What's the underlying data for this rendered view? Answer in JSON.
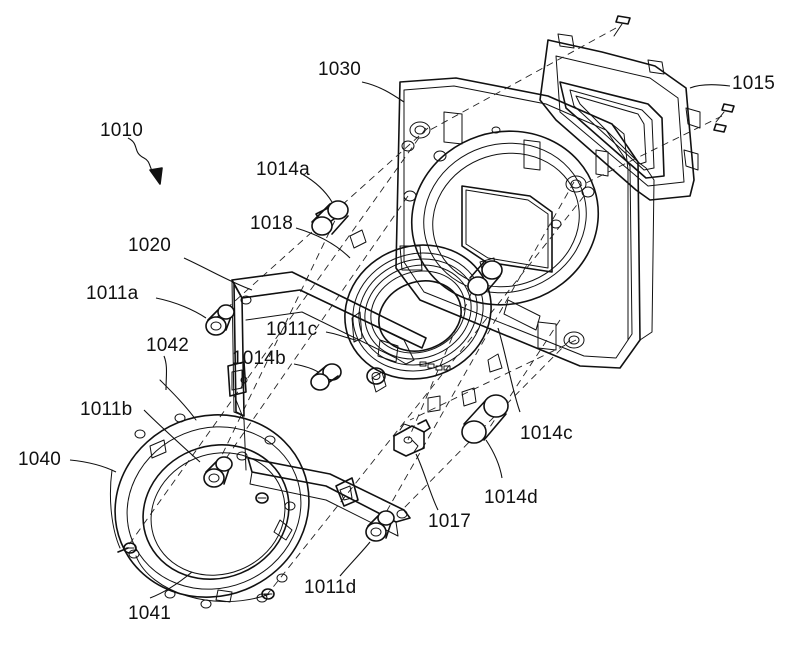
{
  "labels": {
    "assembly": "1010",
    "frame": "1030",
    "sensor_unit": "1015",
    "sleeve_a": "1014a",
    "spring": "1018",
    "plate": "1020",
    "screw_a": "1011a",
    "screw_c": "1011c",
    "sleeve_b": "1014b",
    "mount_spring": "1042",
    "screw_b": "1011b",
    "mount_ring": "1040",
    "sleeve_c": "1014c",
    "sleeve_d": "1014d",
    "connector": "1017",
    "screw_d": "1011d",
    "mount_opening": "1041"
  }
}
